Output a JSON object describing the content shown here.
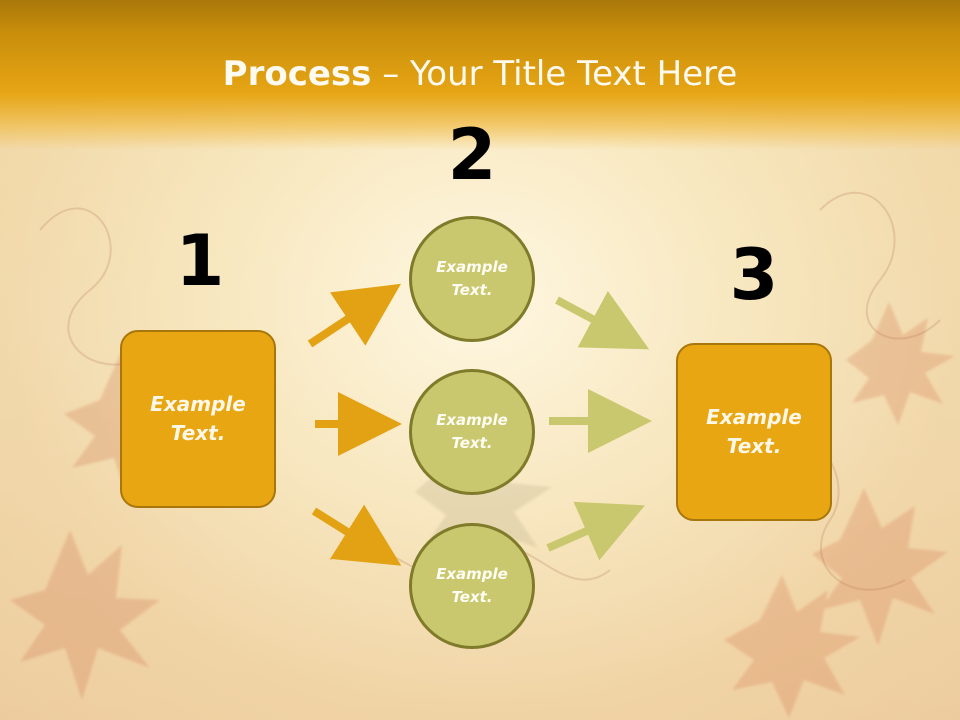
{
  "slide": {
    "title_strong": "Process",
    "title_dash": " – ",
    "title_rest": "Your Title Text Here"
  },
  "diagram": {
    "steps": [
      {
        "number": "1",
        "text": "Example\nText."
      },
      {
        "number": "2",
        "items": [
          {
            "text": "Example\nText."
          },
          {
            "text": "Example\nText."
          },
          {
            "text": "Example\nText."
          }
        ]
      },
      {
        "number": "3",
        "text": "Example\nText."
      }
    ]
  },
  "colors": {
    "header_gold": "#e6a514",
    "box_gold": "#e8a612",
    "box_border": "#a8760b",
    "circle_green": "#c9c86e",
    "circle_border": "#7f7b2a",
    "arrow_gold": "#e2a214",
    "arrow_green": "#c9c86e"
  },
  "icons": {
    "background": "autumn-maple-leaves-and-vines",
    "connector": "arrow-right"
  }
}
